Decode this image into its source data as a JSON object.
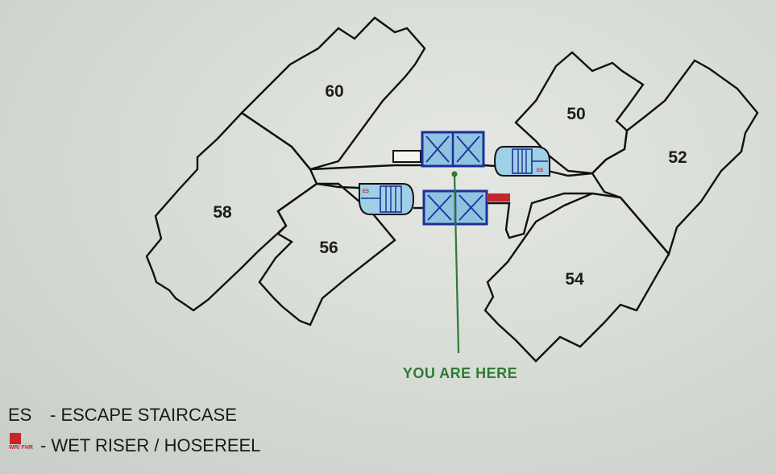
{
  "units": [
    {
      "id": "60",
      "label": "60"
    },
    {
      "id": "58",
      "label": "58"
    },
    {
      "id": "56",
      "label": "56"
    },
    {
      "id": "50",
      "label": "50"
    },
    {
      "id": "52",
      "label": "52"
    },
    {
      "id": "54",
      "label": "54"
    }
  ],
  "markers": {
    "you_are_here": "YOU ARE HERE",
    "escape_staircase_tag": "ES",
    "wet_riser_tag": "WR/\nFHR"
  },
  "legend": {
    "escape_staircase": {
      "abbr": "ES",
      "text": "- ESCAPE STAIRCASE"
    },
    "wet_riser": {
      "swatch_label": "WR/ FHR",
      "text": "- WET RISER / HOSEREEL"
    }
  },
  "colors": {
    "walls": "#111111",
    "lift_fill": "#8fc3df",
    "lift_stroke": "#1e2f9a",
    "stair_fill": "#9fd0e6",
    "wet_riser": "#c8242b",
    "you_are_here": "#2e7a35",
    "background": "#d8dcd7"
  },
  "icons": {
    "lift": "lift-lobby-icon",
    "stair": "escape-staircase-icon",
    "riser": "wet-riser-icon",
    "pin": "you-are-here-pin-icon"
  }
}
